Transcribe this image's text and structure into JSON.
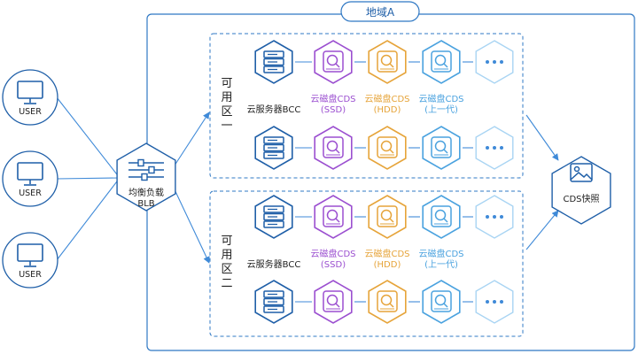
{
  "region": {
    "title": "地域A"
  },
  "users": [
    {
      "label": "USER"
    },
    {
      "label": "USER"
    },
    {
      "label": "USER"
    }
  ],
  "load_balancer": {
    "line1": "均衡负载",
    "line2": "BLB"
  },
  "zones": [
    {
      "label": "可用区一",
      "server_label": "云服务器BCC",
      "disks": [
        {
          "line1": "云磁盘CDS",
          "line2": "(SSD)"
        },
        {
          "line1": "云磁盘CDS",
          "line2": "(HDD)"
        },
        {
          "line1": "云磁盘CDS",
          "line2": "(上一代)"
        }
      ]
    },
    {
      "label": "可用区二",
      "server_label": "云服务器BCC",
      "disks": [
        {
          "line1": "云磁盘CDS",
          "line2": "(SSD)"
        },
        {
          "line1": "云磁盘CDS",
          "line2": "(HDD)"
        },
        {
          "line1": "云磁盘CDS",
          "line2": "(上一代)"
        }
      ]
    }
  ],
  "snapshot": {
    "label": "CDS快照"
  },
  "colors": {
    "blue": "#1f5fa8",
    "line": "#3f8ad8",
    "border": "#2f78c4",
    "ssd": "#9b4fd0",
    "hdd": "#e6a43a",
    "prev": "#4aa2df",
    "light": "#a8d4f3"
  }
}
